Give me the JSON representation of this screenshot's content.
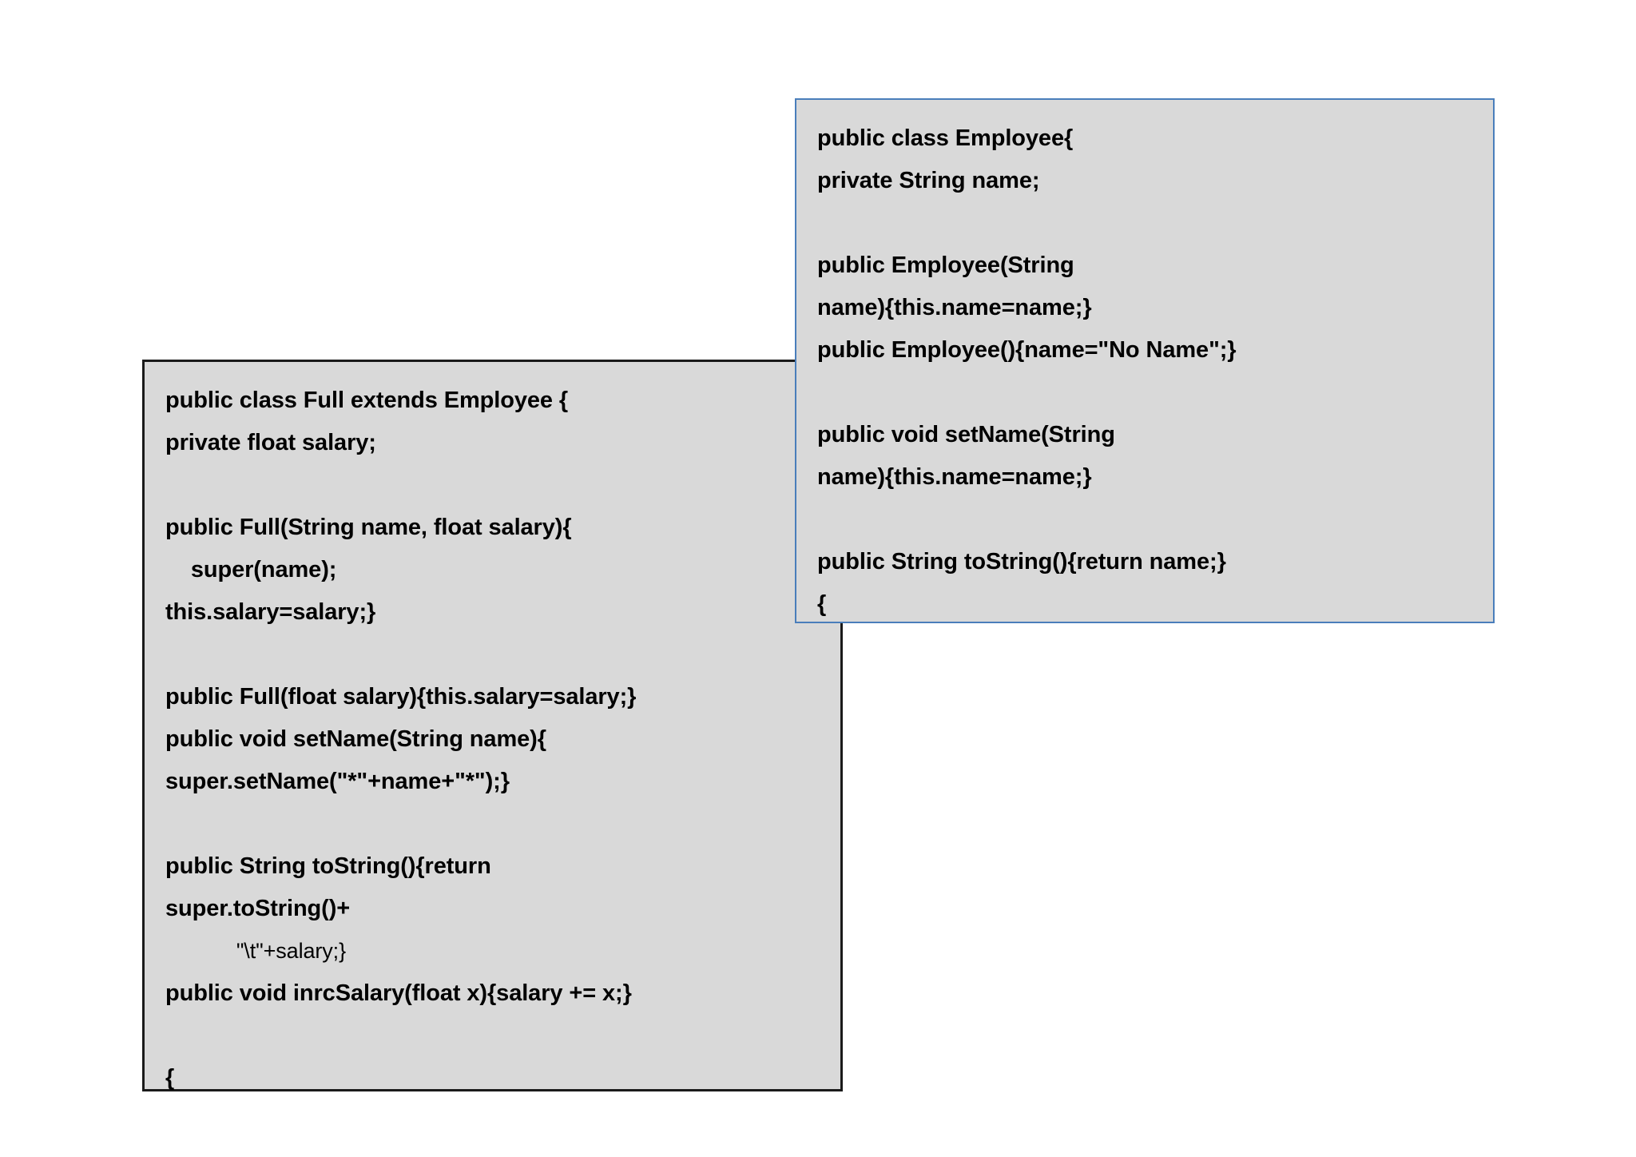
{
  "slide": {
    "background_color": "#ffffff",
    "boxes": [
      {
        "id": "employee-class-box",
        "title_hint": "Employee superclass code box",
        "fill_color": "#d9d9d9",
        "border_color": "#4a7ebb",
        "lines": [
          {
            "text": "public class Employee{",
            "style": "bold"
          },
          {
            "text": "private String name;",
            "style": "bold"
          },
          {
            "text": "",
            "style": "blank"
          },
          {
            "text": "public Employee(String",
            "style": "bold"
          },
          {
            "text": "name){this.name=name;}",
            "style": "bold"
          },
          {
            "text": "public Employee(){name=\"No Name\";}",
            "style": "bold"
          },
          {
            "text": "",
            "style": "blank"
          },
          {
            "text": "public void setName(String",
            "style": "bold"
          },
          {
            "text": "name){this.name=name;}",
            "style": "bold"
          },
          {
            "text": "",
            "style": "blank"
          },
          {
            "text": "public String toString(){return name;}",
            "style": "bold"
          },
          {
            "text": "{",
            "style": "bold"
          }
        ]
      },
      {
        "id": "full-class-box",
        "title_hint": "Full subclass code box",
        "fill_color": "#d9d9d9",
        "border_color": "#1a1a1a",
        "lines": [
          {
            "text": "public class Full extends Employee {",
            "style": "bold"
          },
          {
            "text": "private float salary;",
            "style": "bold"
          },
          {
            "text": "",
            "style": "blank"
          },
          {
            "text": "public Full(String name, float salary){",
            "style": "bold"
          },
          {
            "text": "    super(name);",
            "style": "bold"
          },
          {
            "text": "this.salary=salary;}",
            "style": "bold"
          },
          {
            "text": "",
            "style": "blank"
          },
          {
            "text": "public Full(float salary){this.salary=salary;}",
            "style": "bold"
          },
          {
            "text": "public void setName(String name){",
            "style": "bold"
          },
          {
            "text": "super.setName(\"*\"+name+\"*\");}",
            "style": "bold"
          },
          {
            "text": "",
            "style": "blank"
          },
          {
            "text": "public String toString(){return",
            "style": "bold"
          },
          {
            "text": "super.toString()+",
            "style": "bold"
          },
          {
            "text": "            \"\\t\"+salary;}",
            "style": "light"
          },
          {
            "text": "public void inrcSalary(float x){salary += x;}",
            "style": "bold"
          },
          {
            "text": "",
            "style": "blank"
          },
          {
            "text": "{",
            "style": "bold"
          }
        ]
      }
    ]
  }
}
